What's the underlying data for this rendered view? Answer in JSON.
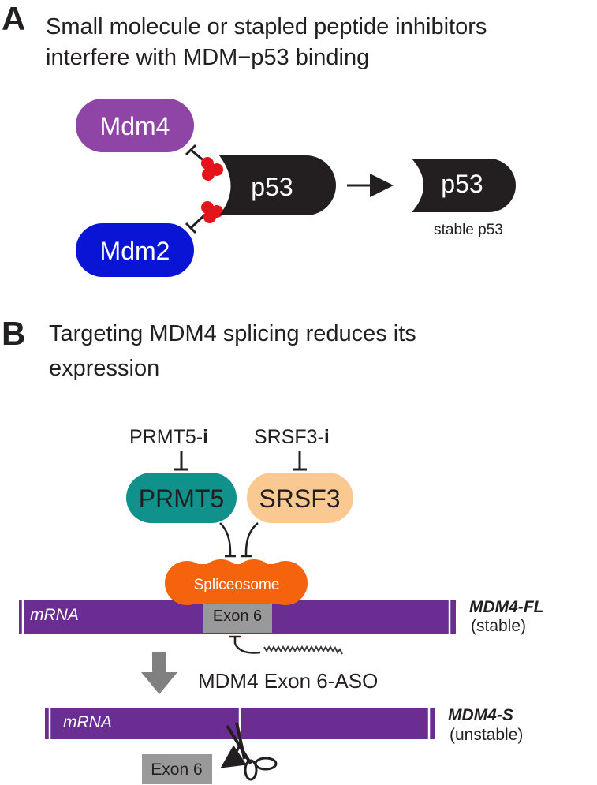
{
  "panel_a": {
    "letter": "A",
    "title_line1": "Small molecule or stapled peptide inhibitors",
    "title_line2": "interfere with MDM−p53 binding",
    "mdm4_label": "Mdm4",
    "mdm2_label": "Mdm2",
    "p53_label": "p53",
    "stable_p53_label": "p53",
    "stable_caption": "stable p53",
    "colors": {
      "mdm4": "#8e45a6",
      "mdm2": "#0a14d4",
      "p53": "#231f20",
      "inhibitor": "#e4141c"
    }
  },
  "panel_b": {
    "letter": "B",
    "title_line1": "Targeting MDM4 splicing reduces its",
    "title_line2": "expression",
    "prmt5_inhibitor_prefix": "PRMT5-",
    "prmt5_inhibitor_suffix": "i",
    "srsf3_inhibitor_prefix": "SRSF3-",
    "srsf3_inhibitor_suffix": "i",
    "prmt5_label": "PRMT5",
    "srsf3_label": "SRSF3",
    "spliceosome_label": "Spliceosome",
    "mrna_label_top": "mRNA",
    "exon_label_top": "Exon 6",
    "isoform_fl_label": "MDM4-FL",
    "isoform_fl_status": "(stable)",
    "aso_label": "MDM4 Exon 6-ASO",
    "mrna_label_bottom": "mRNA",
    "isoform_s_label": "MDM4-S",
    "isoform_s_status": "(unstable)",
    "exon_label_excised": "Exon 6",
    "colors": {
      "prmt5": "#11918c",
      "srsf3": "#fac992",
      "spliceosome": "#f5630c",
      "mrna": "#6a2e93",
      "exon": "#999999",
      "arrow": "#808080"
    }
  }
}
